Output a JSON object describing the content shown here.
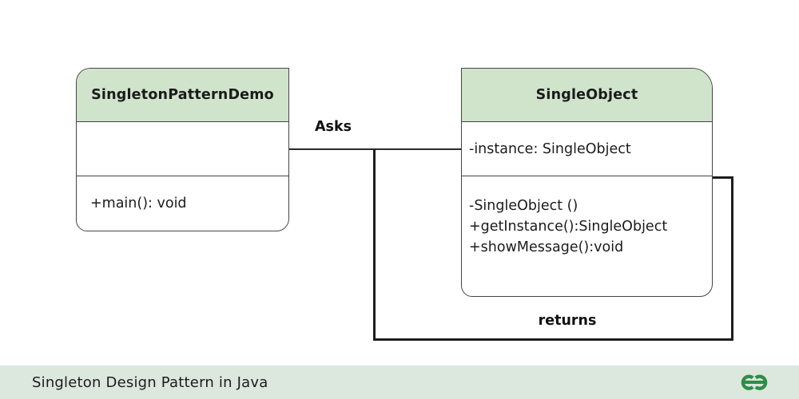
{
  "diagram": {
    "classes": [
      {
        "name": "SingletonPatternDemo",
        "attributes": [],
        "methods": [
          "+main(): void"
        ]
      },
      {
        "name": "SingleObject",
        "attributes": [
          "-instance: SingleObject"
        ],
        "methods": [
          "-SingleObject ()",
          "+getInstance():SingleObject",
          "+showMessage():void"
        ]
      }
    ],
    "labels": {
      "association": "Asks",
      "return": "returns"
    }
  },
  "footer": {
    "caption": "Singleton Design Pattern in Java",
    "logo": "geeksforgeeks-logo"
  },
  "colors": {
    "class_header_fill": "#cfe4cb",
    "box_border": "#454545",
    "connector": "#1d1d1d",
    "footer_bg": "#dce7dd",
    "logo_green": "#2f8d46",
    "text": "#1b1b1b"
  }
}
